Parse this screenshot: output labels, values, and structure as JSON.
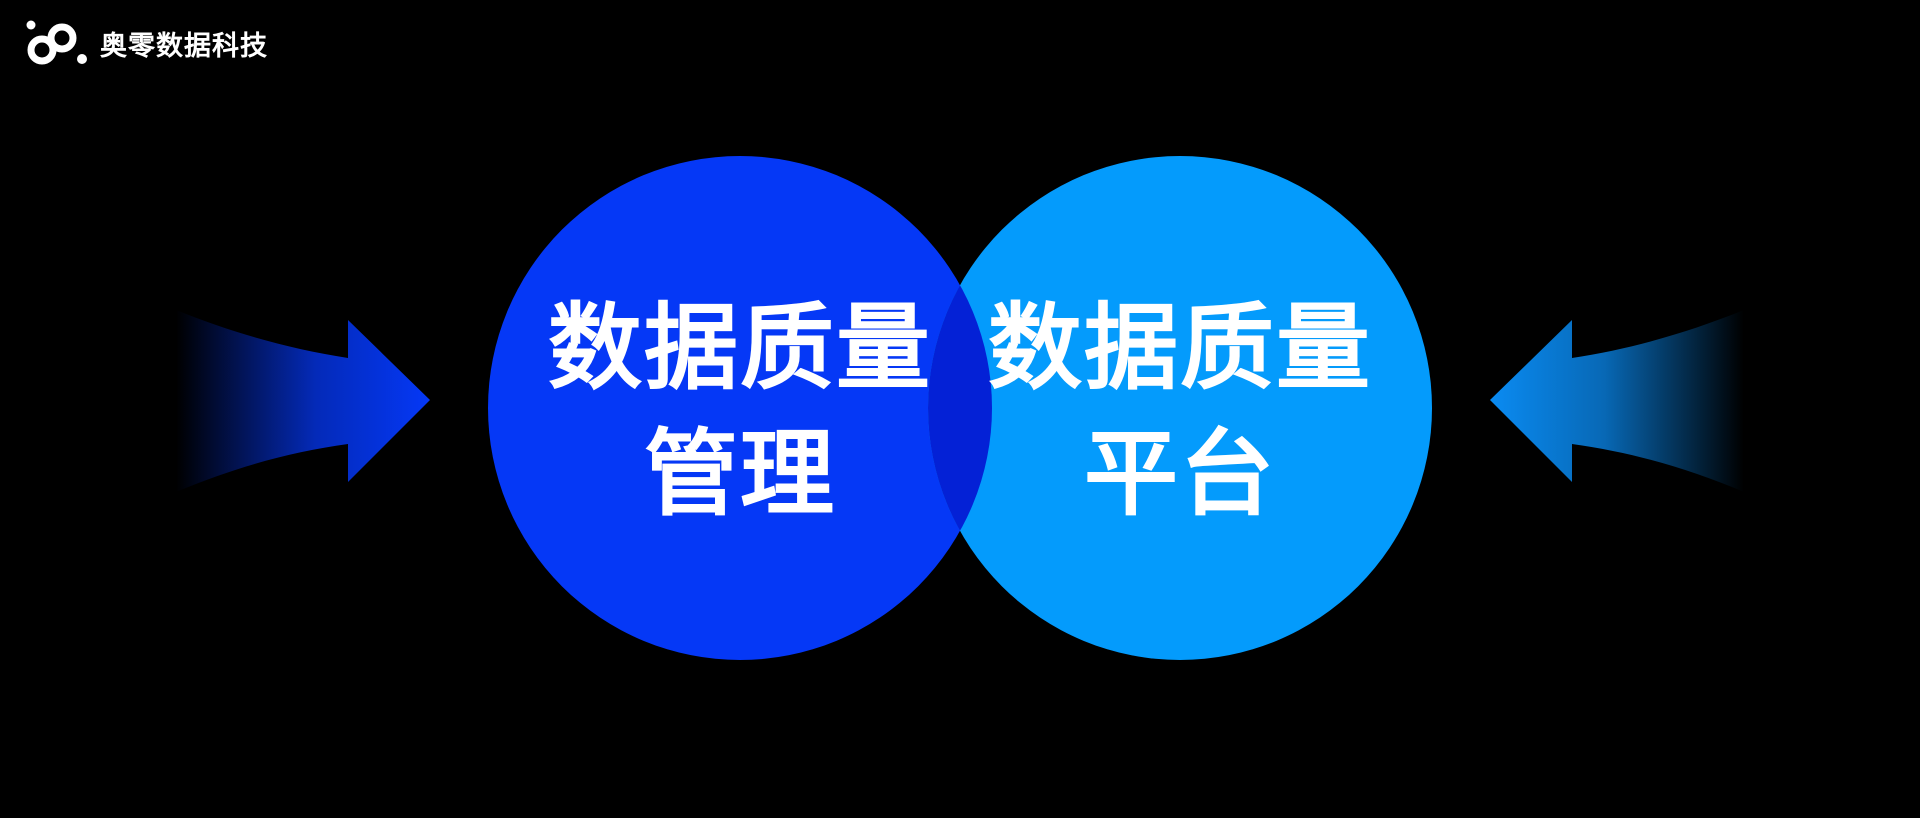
{
  "brand": {
    "name": "奥零数据科技",
    "logo_icon": "aolink-logo-icon"
  },
  "diagram": {
    "circles": [
      {
        "id": "left",
        "line1": "数据质量",
        "line2": "管理",
        "color": "#0538f6"
      },
      {
        "id": "right",
        "line1": "数据质量",
        "line2": "平台",
        "color": "#049bfc"
      }
    ],
    "overlap_color": "#0421d6",
    "arrows": {
      "left": {
        "direction": "right",
        "color": "#0538f6"
      },
      "right": {
        "direction": "left",
        "color": "#0a8bf2"
      }
    }
  },
  "background": "#000000"
}
